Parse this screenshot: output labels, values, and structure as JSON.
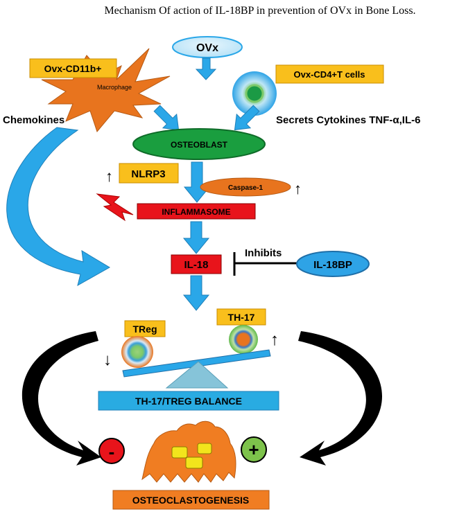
{
  "title": "Mechanism Of action of IL-18BP in prevention of OVx in Bone Loss.",
  "nodes": {
    "ovx": "OVx",
    "ovx_cd11b": "Ovx-CD11b+",
    "macrophage": "Macrophage",
    "ovx_cd4": "Ovx-CD4+T cells",
    "chemokines": "Chemokines",
    "cytokines": "Secrets Cytokines TNF-α,IL-6",
    "osteoblast": "OSTEOBLAST",
    "nlrp3": "NLRP3",
    "caspase1": "Caspase-1",
    "inflammasome": "INFLAMMASOME",
    "inhibits": "Inhibits",
    "il18": "IL-18",
    "il18bp": "IL-18BP",
    "treg": "TReg",
    "th17": "TH-17",
    "balance": "TH-17/TREG BALANCE",
    "minus": "-",
    "plus": "+",
    "osteoclastogenesis": "OSTEOCLASTOGENESIS"
  },
  "colors": {
    "blue_arrow": "#2aa7e8",
    "orange_box": "#f9bf1c",
    "macrophage": "#e8741e",
    "osteoblast": "#1a9e3f",
    "red_box": "#e8141b",
    "il18bp": "#2ea3e6",
    "balance_box": "#29abe2",
    "osteoclast": "#f07d22",
    "minus_circle": "#e8141b",
    "plus_circle": "#7dc24b"
  }
}
